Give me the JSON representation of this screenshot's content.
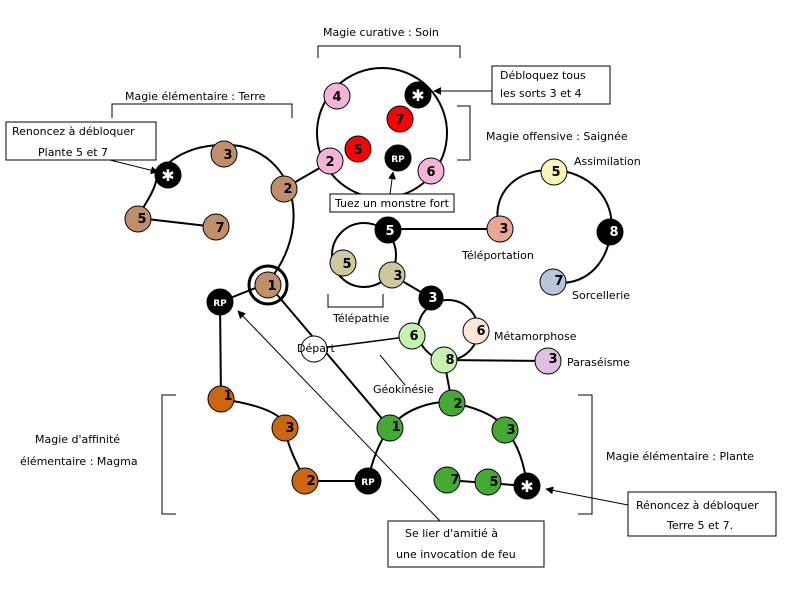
{
  "groups": {
    "healing": "Magie curative : Soin",
    "offensive": "Magie offensive : Saignée",
    "earth": "Magie élémentaire : Terre",
    "magma_l1": "Magie d'affinité",
    "magma_l2": "élémentaire : Magma",
    "plant": "Magie élémentaire : Plante",
    "telepathy": "Télépathie"
  },
  "notes": {
    "unlock_l1": "Débloquez tous",
    "unlock_l2": "les sorts 3 et 4",
    "renounce_plant_l1": "Renoncez à débloquer",
    "renounce_plant_l2": "Plante 5 et 7",
    "kill_monster": "Tuez un monstre fort",
    "renounce_earth_l1": "Rénoncez à débloquer",
    "renounce_earth_l2": "Terre 5 et 7.",
    "befriend_l1": "Se lier d'amitié à",
    "befriend_l2": "une invocation de feu"
  },
  "labels": {
    "assimilation": "Assimilation",
    "teleportation": "Téléportation",
    "sorcellerie": "Sorcellerie",
    "metamorphose": "Métamorphose",
    "paraseisme": "Paraséisme",
    "geokinesie": "Géokinésie",
    "depart": "Départ"
  },
  "nodes": {
    "heal_4": "4",
    "heal_7": "7",
    "heal_5": "5",
    "heal_2": "2",
    "heal_rp": "RP",
    "heal_6": "6",
    "earth_3": "3",
    "earth_2": "2",
    "earth_5": "5",
    "earth_7": "7",
    "earth_1": "1",
    "rp_left": "RP",
    "tel_5": "5",
    "tel_3": "3",
    "tel_5b": "5",
    "tp_3": "3",
    "assim_5": "5",
    "tp_8": "8",
    "sorc_7": "7",
    "meta_3": "3",
    "meta_6": "6",
    "meta_6b": "6",
    "meta_8": "8",
    "para_3": "3",
    "depart": "Départ",
    "mag_1": "1",
    "mag_3": "3",
    "mag_2": "2",
    "mag_rp": "RP",
    "pl_1": "1",
    "pl_2": "2",
    "pl_3": "3",
    "pl_7": "7",
    "pl_5": "5"
  },
  "colors": {
    "pink": "#f5b3d7",
    "red": "#ff0000",
    "black": "#000000",
    "brown": "#c08e6b",
    "khaki": "#cfc79f",
    "salmon": "#eba695",
    "pale_yellow": "#f8f5b5",
    "blue_gray": "#b7c6db",
    "pale_green": "#c5f1ae",
    "peach": "#fde6d6",
    "lavender": "#e0bfe3",
    "orange": "#cc6611",
    "green": "#44aa33",
    "white": "#ffffff"
  },
  "icons": {
    "asterisk": "asterisk-icon",
    "arrow": "arrow-icon"
  }
}
